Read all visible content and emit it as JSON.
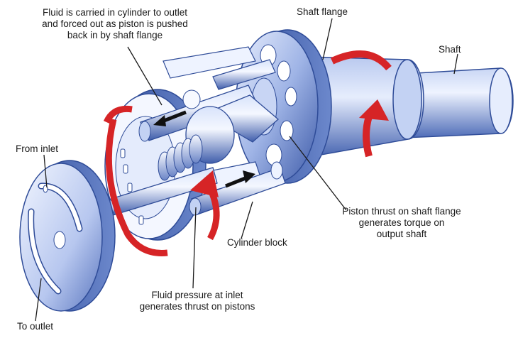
{
  "labels": {
    "fluid_cylinder": [
      "Fluid is carried in cylinder to outlet",
      "and forced out as piston is pushed",
      "back in by shaft flange"
    ],
    "shaft_flange": "Shaft flange",
    "shaft": "Shaft",
    "from_inlet": "From inlet",
    "to_outlet": "To outlet",
    "piston_thrust": [
      "Piston thrust on shaft flange",
      "generates torque on",
      "output shaft"
    ],
    "cylinder_block": "Cylinder block",
    "fluid_pressure": [
      "Fluid pressure at inlet",
      "generates thrust on pistons"
    ]
  },
  "colors": {
    "metal_dark": "#3c5aa6",
    "metal_mid": "#8fa6dc",
    "metal_light": "#dfe7fb",
    "rotation_arrow": "#d62426",
    "flow_arrow": "#111111",
    "leader_line": "#1a1a1a"
  }
}
